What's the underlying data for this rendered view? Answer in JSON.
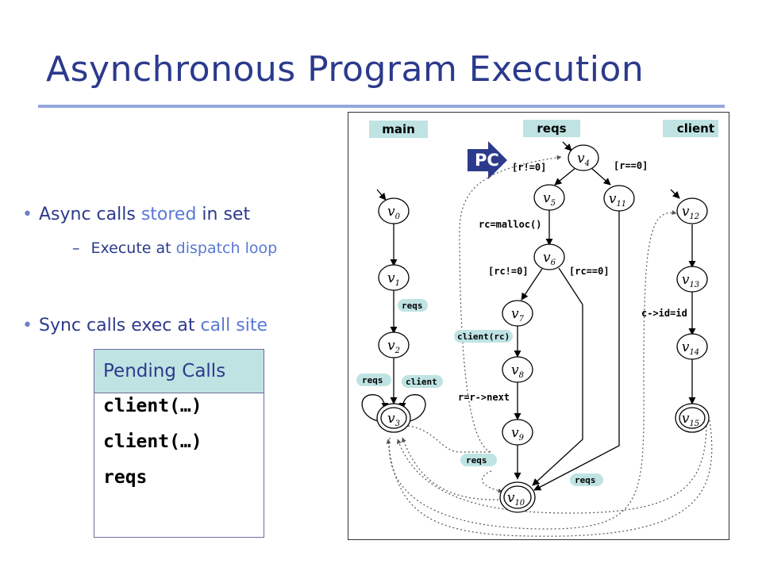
{
  "slide": {
    "title": "Asynchronous Program Execution",
    "bullets": [
      {
        "parts": [
          "Async",
          " calls ",
          "stored",
          " in set"
        ]
      },
      {
        "parts": [
          "Execute at ",
          "dispatch loop"
        ]
      },
      {
        "parts": [
          "Sync",
          " calls exec at ",
          "call site"
        ]
      }
    ],
    "pending": {
      "header": "Pending Calls",
      "items": [
        "client(…)",
        "client(…)",
        "reqs"
      ]
    }
  },
  "diagram": {
    "procedures": {
      "main": "main",
      "reqs": "reqs",
      "client": "client"
    },
    "pc_label": "PC",
    "nodes": [
      {
        "id": "v0",
        "base": "v",
        "sub": "0"
      },
      {
        "id": "v1",
        "base": "v",
        "sub": "1"
      },
      {
        "id": "v2",
        "base": "v",
        "sub": "2"
      },
      {
        "id": "v3",
        "base": "v",
        "sub": "3"
      },
      {
        "id": "v4",
        "base": "v",
        "sub": "4"
      },
      {
        "id": "v5",
        "base": "v",
        "sub": "5"
      },
      {
        "id": "v6",
        "base": "v",
        "sub": "6"
      },
      {
        "id": "v7",
        "base": "v",
        "sub": "7"
      },
      {
        "id": "v8",
        "base": "v",
        "sub": "8"
      },
      {
        "id": "v9",
        "base": "v",
        "sub": "9"
      },
      {
        "id": "v10",
        "base": "v",
        "sub": "10"
      },
      {
        "id": "v11",
        "base": "v",
        "sub": "11"
      },
      {
        "id": "v12",
        "base": "v",
        "sub": "12"
      },
      {
        "id": "v13",
        "base": "v",
        "sub": "13"
      },
      {
        "id": "v14",
        "base": "v",
        "sub": "14"
      },
      {
        "id": "v15",
        "base": "v",
        "sub": "15"
      }
    ],
    "edge_labels": {
      "r_ne_0": "[r!=0]",
      "r_eq_0": "[r==0]",
      "rc_malloc": "rc=malloc()",
      "rc_ne_0": "[rc!=0]",
      "rc_eq_0": "[rc==0]",
      "r_next": "r=r->next",
      "c_id": "c->id=id"
    },
    "call_tags": {
      "reqs_v1": "reqs",
      "reqs_loop": "reqs",
      "client_loop": "client",
      "client_rc": "client(rc)",
      "reqs_v9": "reqs",
      "reqs_v11": "reqs"
    }
  }
}
